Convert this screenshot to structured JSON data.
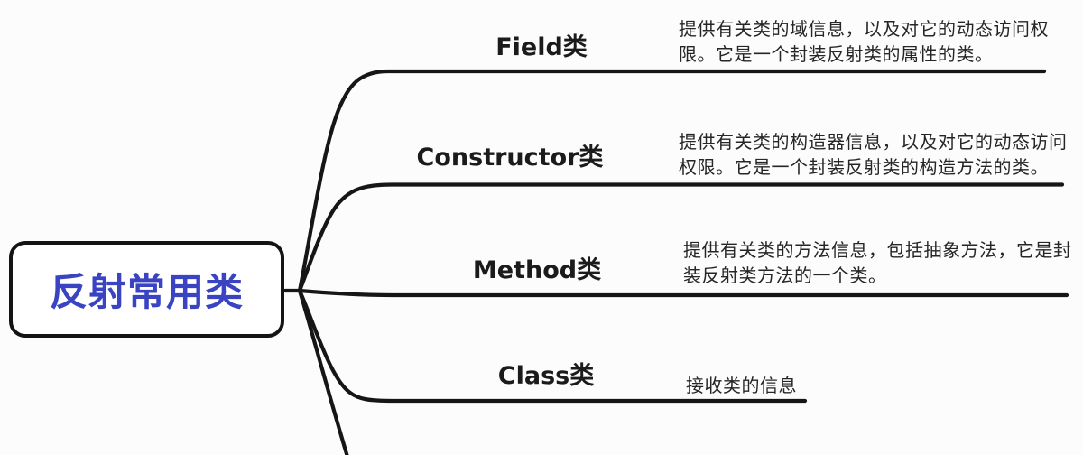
{
  "root": {
    "label": "反射常用类"
  },
  "branches": [
    {
      "label": "Field类",
      "description": "提供有关类的域信息，以及对它的动态访问权\n限。它是一个封装反射类的属性的类。"
    },
    {
      "label": "Constructor类",
      "description": "提供有关类的构造器信息，以及对它的动态访问\n权限。它是一个封装反射类的构造方法的类。"
    },
    {
      "label": "Method类",
      "description": "提供有关类的方法信息，包括抽象方法，它是封\n装反射类方法的一个类。"
    },
    {
      "label": "Class类",
      "description": "接收类的信息"
    }
  ],
  "extra": {
    "truncated_fifth_branch_visible": true
  },
  "colors": {
    "background": "#fcfcfc",
    "root_text": "#3a44c3",
    "line": "#161616",
    "label_text": "#1b1b1b",
    "description_text": "#262626",
    "root_border": "#141414"
  }
}
